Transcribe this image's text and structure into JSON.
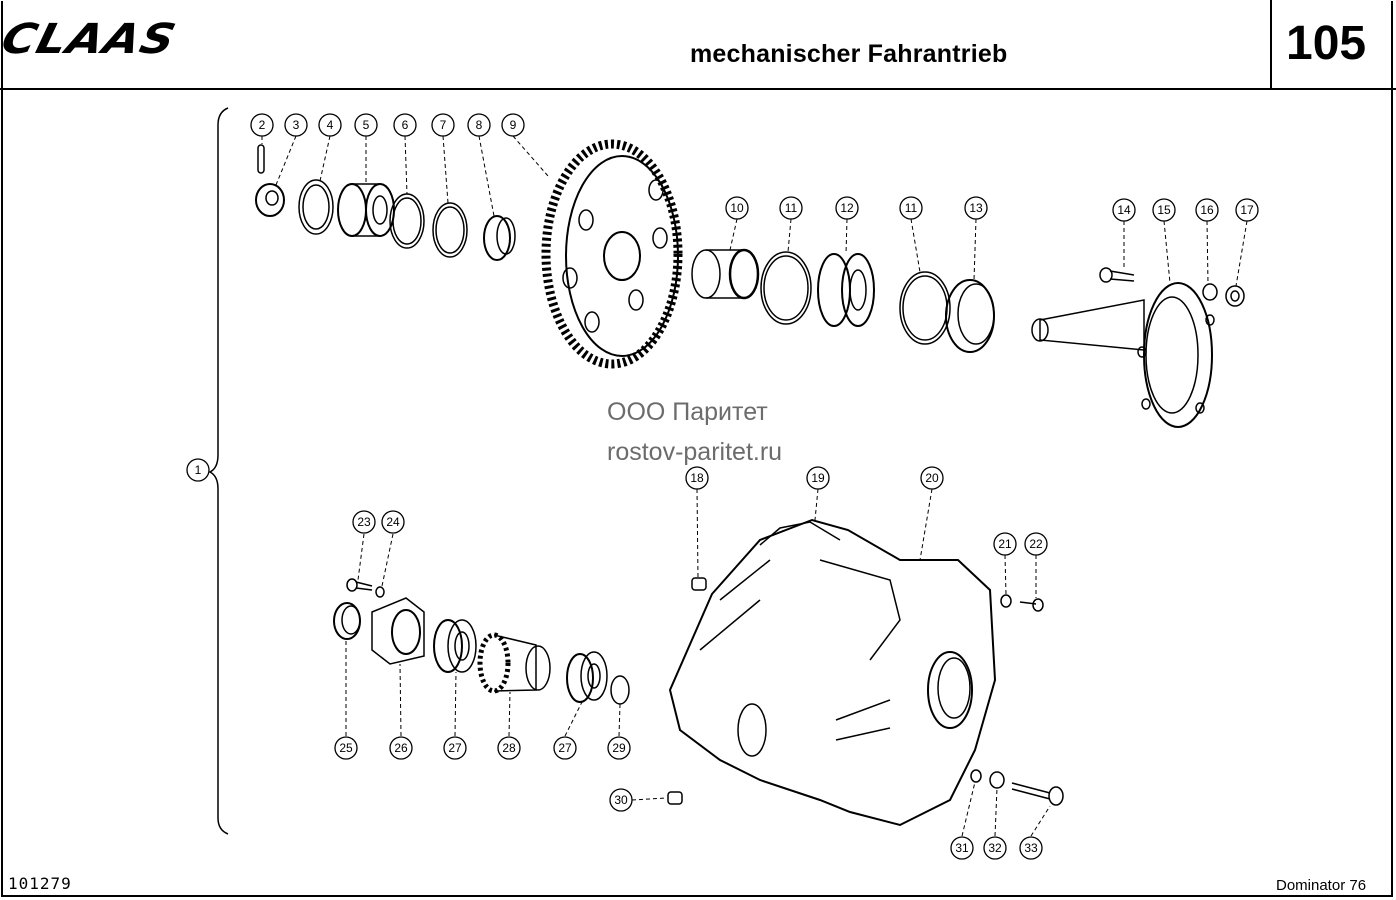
{
  "header": {
    "brand": "CLAAS",
    "title": "mechanischer Fahrantrieb",
    "page_number": "105"
  },
  "footer": {
    "document_id": "101279",
    "model": "Dominator 76"
  },
  "watermark": {
    "line1": "ООО Паритет",
    "line2": "rostov-paritet.ru"
  },
  "callouts": [
    {
      "id": "c1",
      "label": "1"
    },
    {
      "id": "c2",
      "label": "2"
    },
    {
      "id": "c3",
      "label": "3"
    },
    {
      "id": "c4",
      "label": "4"
    },
    {
      "id": "c5",
      "label": "5"
    },
    {
      "id": "c6",
      "label": "6"
    },
    {
      "id": "c7",
      "label": "7"
    },
    {
      "id": "c8",
      "label": "8"
    },
    {
      "id": "c9",
      "label": "9"
    },
    {
      "id": "c10",
      "label": "10"
    },
    {
      "id": "c11a",
      "label": "11"
    },
    {
      "id": "c12",
      "label": "12"
    },
    {
      "id": "c11b",
      "label": "11"
    },
    {
      "id": "c13",
      "label": "13"
    },
    {
      "id": "c14",
      "label": "14"
    },
    {
      "id": "c15",
      "label": "15"
    },
    {
      "id": "c16",
      "label": "16"
    },
    {
      "id": "c17",
      "label": "17"
    },
    {
      "id": "c18",
      "label": "18"
    },
    {
      "id": "c19",
      "label": "19"
    },
    {
      "id": "c20",
      "label": "20"
    },
    {
      "id": "c21",
      "label": "21"
    },
    {
      "id": "c22",
      "label": "22"
    },
    {
      "id": "c23",
      "label": "23"
    },
    {
      "id": "c24",
      "label": "24"
    },
    {
      "id": "c25",
      "label": "25"
    },
    {
      "id": "c26",
      "label": "26"
    },
    {
      "id": "c27a",
      "label": "27"
    },
    {
      "id": "c28",
      "label": "28"
    },
    {
      "id": "c27b",
      "label": "27"
    },
    {
      "id": "c29",
      "label": "29"
    },
    {
      "id": "c30",
      "label": "30"
    },
    {
      "id": "c31",
      "label": "31"
    },
    {
      "id": "c32",
      "label": "32"
    },
    {
      "id": "c33",
      "label": "33"
    }
  ],
  "colors": {
    "ink": "#000000",
    "paper": "#ffffff",
    "watermark": "#6c6c6c"
  }
}
